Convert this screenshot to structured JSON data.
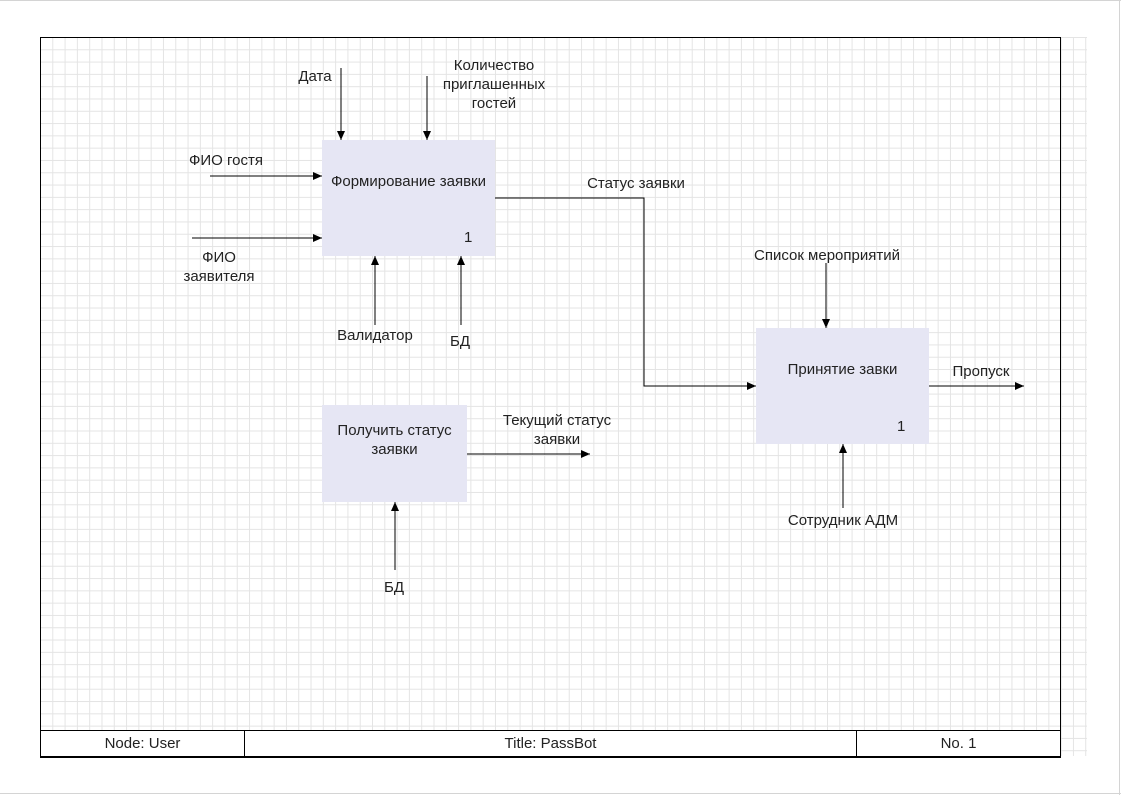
{
  "boxes": {
    "form_request": {
      "label": "Формирование заявки",
      "number": "1"
    },
    "get_status": {
      "label": "Получить статус\nзаявки"
    },
    "accept_request": {
      "label": "Принятие завки",
      "number": "1"
    }
  },
  "arrows": {
    "date": "Дата",
    "guest_count": "Количество\nприглашенных\nгостей",
    "guest_name": "ФИО гостя",
    "applicant_name": "ФИО\nзаявителя",
    "validator": "Валидатор",
    "db_top": "БД",
    "request_status": "Статус заявки",
    "events_list": "Список мероприятий",
    "pass": "Пропуск",
    "current_status": "Текущий статус\nзаявки",
    "adm_employee": "Сотрудник АДМ",
    "db_bottom": "БД"
  },
  "footer": {
    "node": "Node: User",
    "title": "Title: PassBot",
    "number": "No. 1"
  },
  "colors": {
    "box_fill": "#e6e6f4",
    "line": "#000000",
    "grid": "#e4e4e4"
  }
}
